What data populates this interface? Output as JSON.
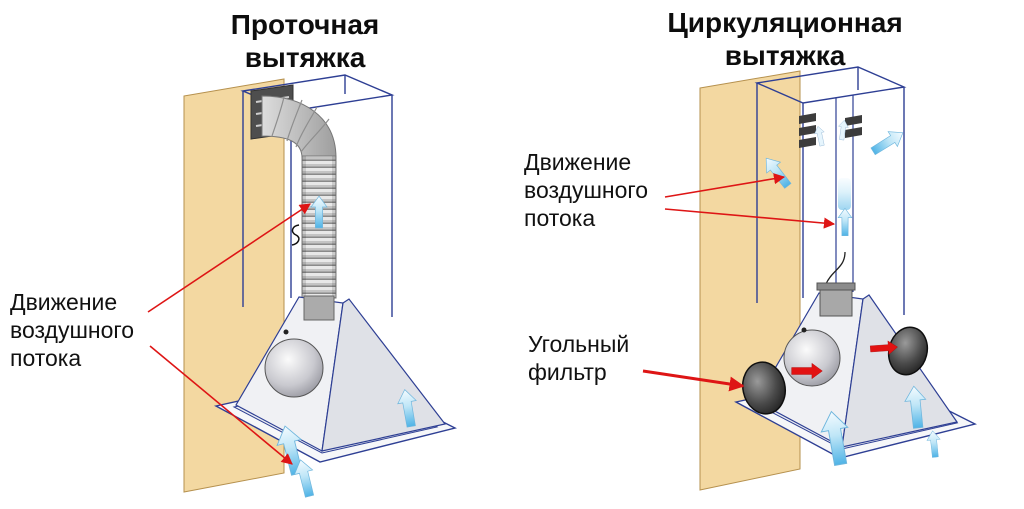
{
  "left_panel": {
    "title": "Проточная\nвытяжка",
    "airflow_label": "Движение\nвоздушного\nпотока"
  },
  "right_panel": {
    "title": "Циркуляционная\nвытяжка",
    "airflow_label": "Движение\nвоздушного\nпотока",
    "filter_label": "Угольный\nфильтр"
  },
  "colors": {
    "background": "#ffffff",
    "wall": "#f3d8a1",
    "wall_edge": "#b6914e",
    "wireframe": "#2e3f94",
    "airflow_arrow": "#4fb3e6",
    "pointer_arrow": "#de1515",
    "duct_metal": "#c4c4c4",
    "vent_grille": "#4e4e4e",
    "carbon_filter": "#1c1c1c",
    "text": "#111111"
  }
}
